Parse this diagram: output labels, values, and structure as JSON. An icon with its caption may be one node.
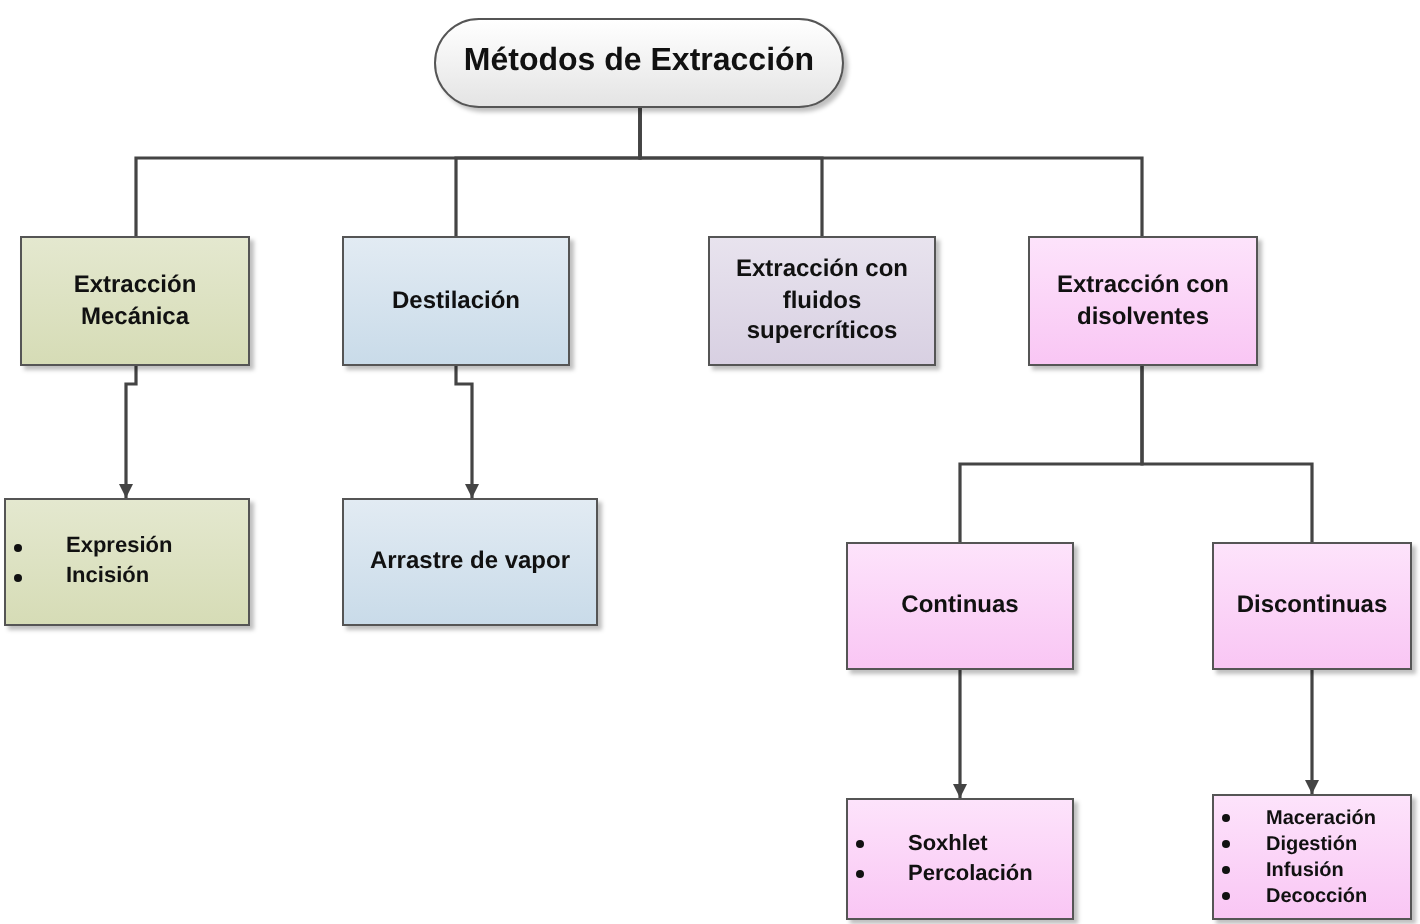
{
  "diagram": {
    "nodes": [
      {
        "text": [
          "Métodos  de Extracción"
        ]
      },
      {
        "text": [
          "Extracción Mecánica"
        ]
      },
      {
        "text": [
          "Destilación"
        ]
      },
      {
        "text": [
          "Extracción con fluidos supercríticos"
        ]
      },
      {
        "text": [
          "Extracción con disolventes"
        ]
      },
      {
        "text": [
          "Expresión",
          "Incisión"
        ]
      },
      {
        "text": [
          "Arrastre de vapor"
        ]
      },
      {
        "text": [
          "Continuas"
        ]
      },
      {
        "text": [
          "Discontinuas"
        ]
      },
      {
        "text": [
          "Soxhlet",
          "Percolación"
        ]
      },
      {
        "text": [
          "Maceración",
          "Digestión",
          "Infusión",
          "Decocción"
        ]
      }
    ],
    "edges": [
      {
        "from": 0,
        "to": 1,
        "arrow": "none"
      },
      {
        "from": 0,
        "to": 2,
        "arrow": "none"
      },
      {
        "from": 0,
        "to": 3,
        "arrow": "none"
      },
      {
        "from": 0,
        "to": 4,
        "arrow": "none"
      },
      {
        "from": 1,
        "to": 5,
        "arrow": "to"
      },
      {
        "from": 2,
        "to": 6,
        "arrow": "to"
      },
      {
        "from": 4,
        "to": 7,
        "arrow": "none"
      },
      {
        "from": 4,
        "to": 8,
        "arrow": "none"
      },
      {
        "from": 7,
        "to": 9,
        "arrow": "to"
      },
      {
        "from": 8,
        "to": 10,
        "arrow": "to"
      }
    ]
  }
}
